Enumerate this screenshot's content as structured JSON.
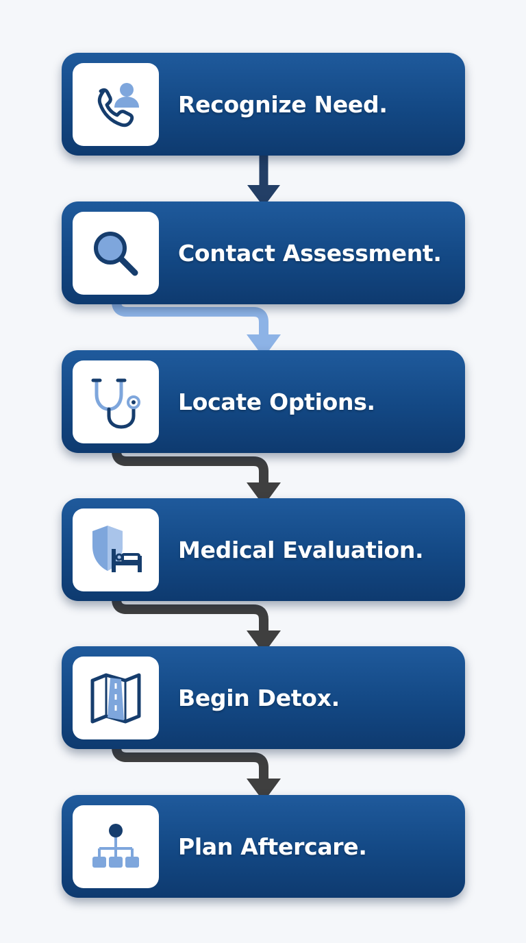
{
  "steps": [
    {
      "label": "Recognize Need.",
      "icon": "phone-user-icon"
    },
    {
      "label": "Contact Assessment.",
      "icon": "magnifier-icon"
    },
    {
      "label": "Locate Options.",
      "icon": "stethoscope-icon"
    },
    {
      "label": "Medical Evaluation.",
      "icon": "shield-bed-icon"
    },
    {
      "label": "Begin Detox.",
      "icon": "road-map-icon"
    },
    {
      "label": "Plan Aftercare.",
      "icon": "org-chart-icon"
    }
  ],
  "colors": {
    "card": "#134884",
    "icon_dark": "#163d6d",
    "icon_light": "#7ea6dc",
    "connector_dark": "#3f3f3f",
    "connector_light": "#8db3e6"
  }
}
